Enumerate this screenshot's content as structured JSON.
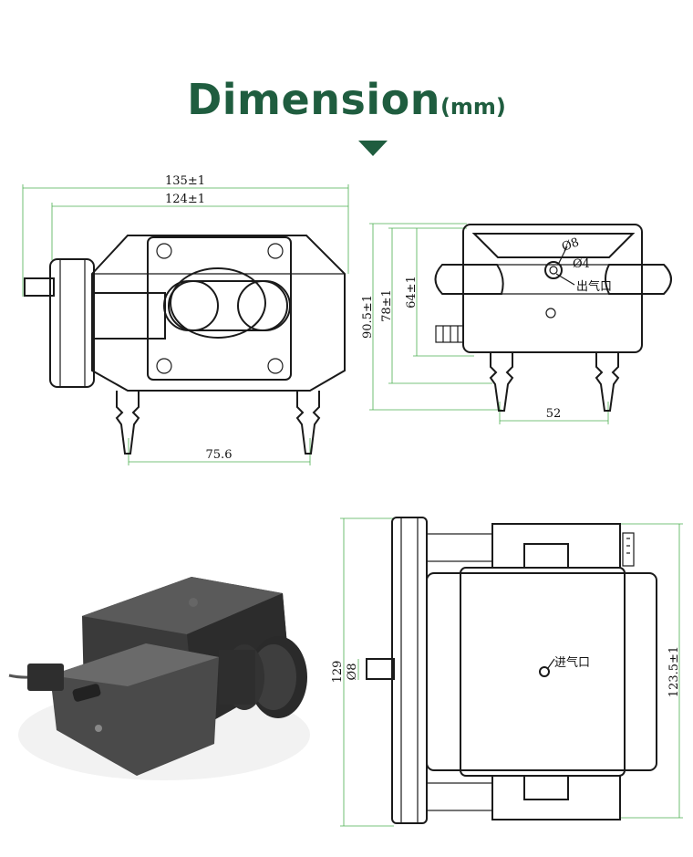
{
  "header": {
    "title": "Dimension",
    "unit": "(mm)"
  },
  "front_view": {
    "overall_width": "135±1",
    "body_width": "124±1",
    "port_spacing": "75.6"
  },
  "side_view": {
    "height_overall": "90.5±1",
    "height_body": "78±1",
    "height_top": "64±1",
    "port_spacing": "52",
    "outlet_outer_diameter": "Ø8",
    "outlet_inner_diameter": "Ø4",
    "outlet_label": "出气口"
  },
  "top_view": {
    "overall_length": "129",
    "shaft_diameter": "Ø8",
    "overall_height": "123.5±1",
    "inlet_label": "进气口"
  },
  "colors": {
    "title_green": "#1f5d3f",
    "dimension_line": "#4caf50",
    "outline": "#1a1a1a"
  }
}
